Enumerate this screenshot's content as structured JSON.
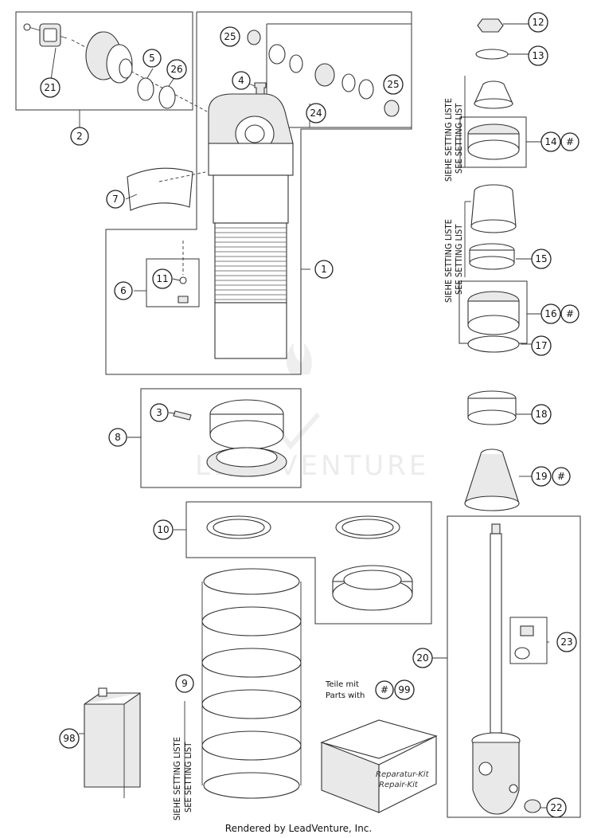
{
  "callouts": {
    "c1": "1",
    "c2": "2",
    "c3": "3",
    "c4": "4",
    "c5": "5",
    "c6": "6",
    "c7": "7",
    "c8": "8",
    "c9": "9",
    "c10": "10",
    "c11": "11",
    "c12": "12",
    "c13": "13",
    "c14": "14",
    "c15": "15",
    "c16": "16",
    "c17": "17",
    "c18": "18",
    "c19": "19",
    "c20": "20",
    "c21": "21",
    "c22": "22",
    "c23": "23",
    "c24": "24",
    "c25a": "25",
    "c25b": "25",
    "c26": "26",
    "c98": "98",
    "c99": "99",
    "hash14": "#",
    "hash16": "#",
    "hash19": "#",
    "hash_legend": "#"
  },
  "setting_list": {
    "line1": "SIEHE SETTING LISTE",
    "line2": "SEE SETTING LIST"
  },
  "legend": {
    "line1": "Teile mit",
    "line2": "Parts with"
  },
  "kit_box": {
    "line1": "Reparatur-Kit",
    "line2": "Repair-Kit"
  },
  "watermark": "LEADVENTURE",
  "footer": "Rendered by LeadVenture, Inc."
}
